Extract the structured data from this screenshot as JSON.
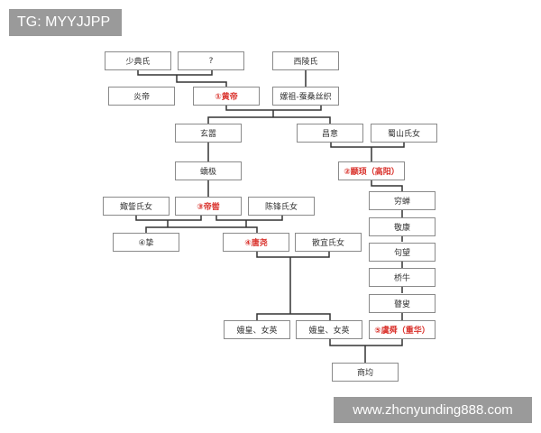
{
  "watermarks": {
    "top_left": "TG: MYYJJPP",
    "bottom_right": "www.zhcnyunding888.com"
  },
  "highlight_color": "#d9302a",
  "nodes": {
    "shaodian": "少典氏",
    "unknown": "?",
    "xiling": "西陵氏",
    "yandi": "炎帝",
    "huangdi": "①黄帝",
    "leizu": "嫘祖-蚕桑丝织",
    "xuanxiao": "玄嚣",
    "changyi": "昌意",
    "shushan": "蜀山氏女",
    "jiaoji": "蟜极",
    "zhuanxu": "②颛顼（高阳）",
    "juzi": "娵訾氏女",
    "diku": "③帝喾",
    "chenfeng": "陈锋氏女",
    "zhi": "④挚",
    "tangyao": "④唐尧",
    "sanyi": "散宜氏女",
    "qiongchan": "穷蝉",
    "jingkang": "敬康",
    "juwang": "句望",
    "qiaoniu": "桥牛",
    "gusou": "瞽叟",
    "yushun": "⑤虞舜（重华）",
    "ehuang1": "娥皇、女英",
    "ehuang2": "娥皇、女英",
    "shangjun": "商均"
  }
}
